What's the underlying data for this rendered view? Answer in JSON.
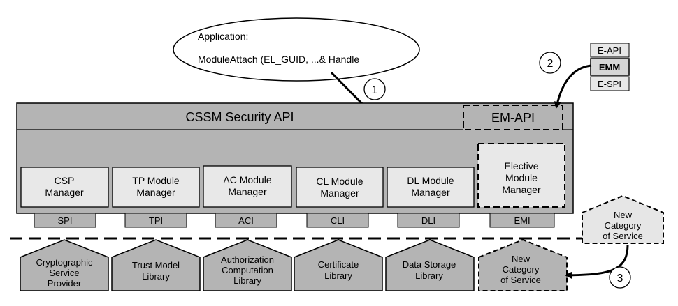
{
  "app_call": {
    "line1": "Application:",
    "line2": "ModuleAttach (EL_GUID,  ...& Handle"
  },
  "steps": {
    "one": "1",
    "two": "2",
    "three": "3"
  },
  "cssm": {
    "title": "CSSM Security API",
    "em_api": "EM-API"
  },
  "emm_stack": {
    "top": "E-API",
    "middle": "EMM",
    "bottom": "E-SPI"
  },
  "managers": [
    {
      "line1": "CSP",
      "line2": "Manager",
      "interface": "SPI"
    },
    {
      "line1": "TP Module",
      "line2": "Manager",
      "interface": "TPI"
    },
    {
      "line1": "AC Module",
      "line2": "Manager",
      "interface": "ACI"
    },
    {
      "line1": "CL Module",
      "line2": "Manager",
      "interface": "CLI"
    },
    {
      "line1": "DL Module",
      "line2": "Manager",
      "interface": "DLI"
    }
  ],
  "elective_manager": {
    "line1": "Elective",
    "line2": "Module",
    "line3": "Manager",
    "interface": "EMI"
  },
  "libraries": [
    {
      "line1": "Cryptographic",
      "line2": "Service",
      "line3": "Provider"
    },
    {
      "line1": "Trust Model",
      "line2": "Library"
    },
    {
      "line1": "Authorization",
      "line2": "Computation",
      "line3": "Library"
    },
    {
      "line1": "Certificate",
      "line2": "Library"
    },
    {
      "line1": "Data Storage",
      "line2": "Library"
    }
  ],
  "new_service_lower": {
    "line1": "New",
    "line2": "Category",
    "line3": "of Service"
  },
  "new_service_upper": {
    "line1": "New",
    "line2": "Category",
    "line3": "of Service"
  },
  "colors": {
    "frame": "#b4b4b4",
    "manager_box": "#e8e8e8",
    "library": "#b4b4b4",
    "new_service": "#e6e6e6",
    "interface_tab": "#b4b4b4"
  }
}
